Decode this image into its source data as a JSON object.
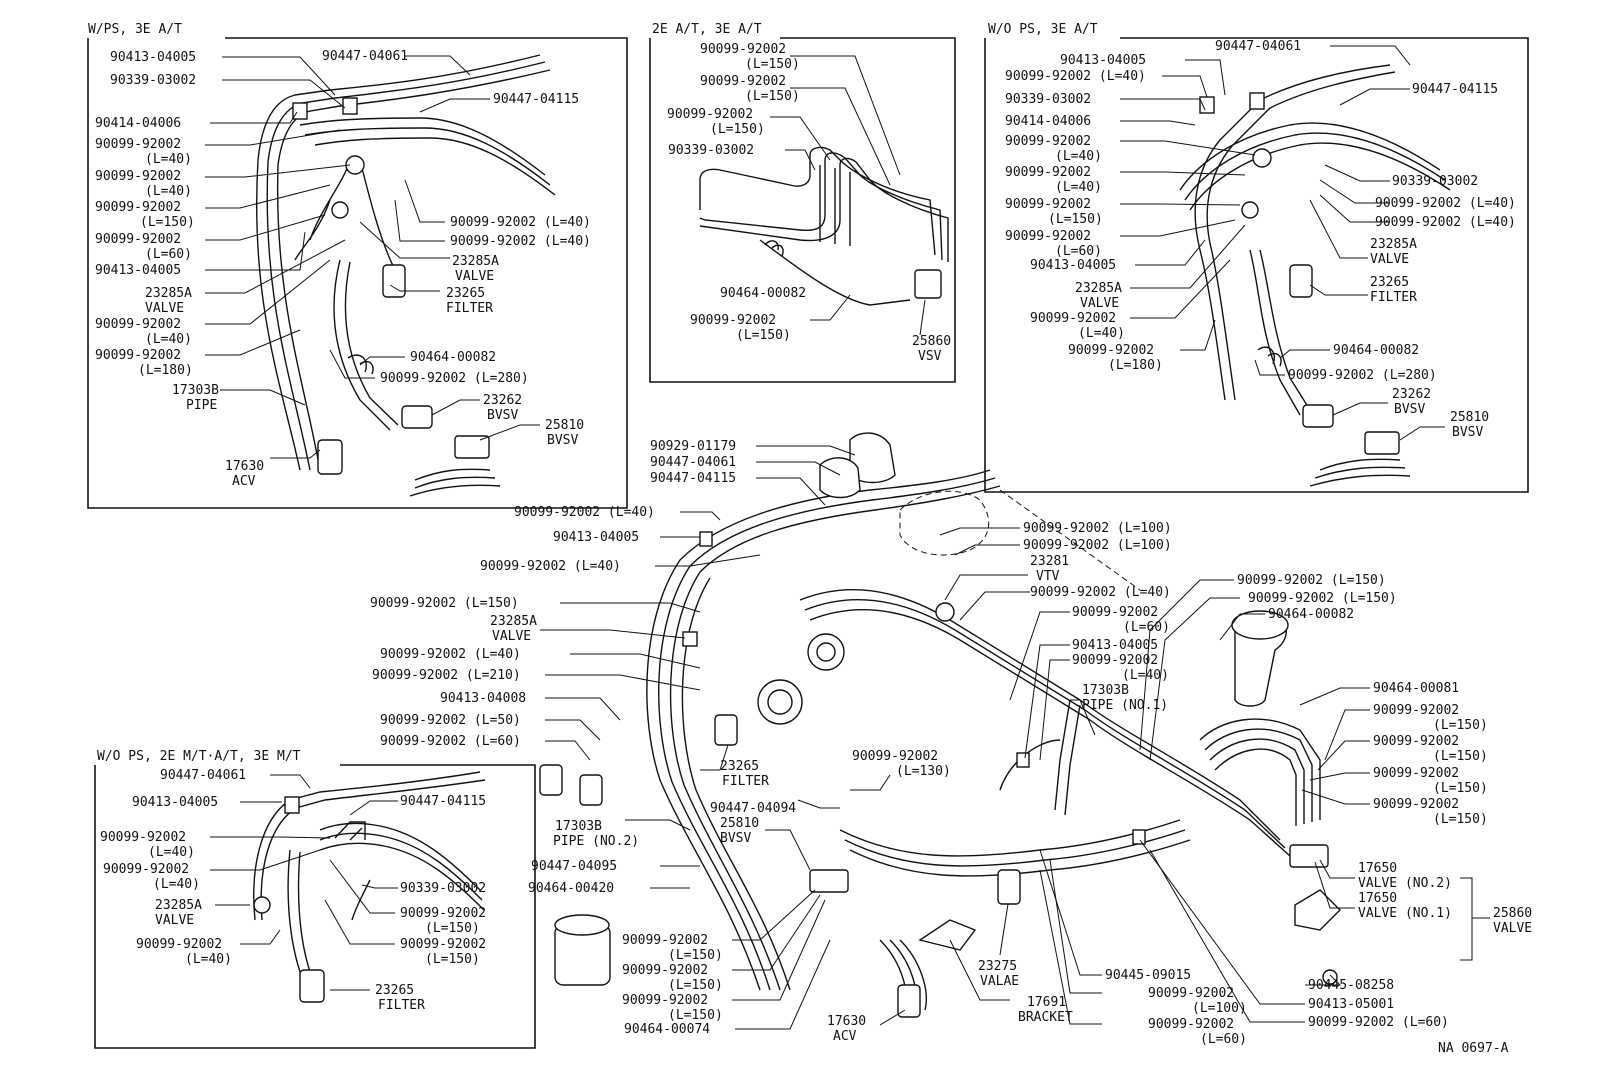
{
  "panels": {
    "top_left": {
      "title": "W/PS, 3E A/T",
      "labels": [
        "90413-04005",
        "90447-04061",
        "90339-03002",
        "90447-04115",
        "90414-04006",
        "90099-92002",
        "(L=40)",
        "90099-92002",
        "(L=40)",
        "90099-92002",
        "(L=150)",
        "90099-92002",
        "(L=60)",
        "90413-04005",
        "23285A",
        "VALVE",
        "90099-92002",
        "(L=40)",
        "90099-92002",
        "(L=180)",
        "17303B",
        "PIPE",
        "17630",
        "ACV",
        "90099-92002 (L=40)",
        "90099-92002 (L=40)",
        "23285A",
        "VALVE",
        "23265",
        "FILTER",
        "90464-00082",
        "90099-92002 (L=280)",
        "23262",
        "BVSV",
        "25810",
        "BVSV"
      ]
    },
    "top_middle": {
      "title": "2E A/T, 3E A/T",
      "labels": [
        "90099-92002",
        "(L=150)",
        "90099-92002",
        "(L=150)",
        "90099-92002",
        "(L=150)",
        "90339-03002",
        "90464-00082",
        "90099-92002",
        "(L=150)",
        "25860",
        "VSV"
      ]
    },
    "top_right": {
      "title": "W/O PS, 3E A/T",
      "labels": [
        "90413-04005",
        "90447-04061",
        "90099-92002 (L=40)",
        "90447-04115",
        "90339-03002",
        "90414-04006",
        "90099-92002",
        "(L=40)",
        "90099-92002",
        "(L=40)",
        "90099-92002",
        "(L=150)",
        "90099-92002",
        "(L=60)",
        "90413-04005",
        "23285A",
        "VALVE",
        "90099-92002",
        "(L=40)",
        "90099-92002",
        "(L=180)",
        "90339-03002",
        "90099-92002 (L=40)",
        "90099-92002 (L=40)",
        "23285A",
        "VALVE",
        "23265",
        "FILTER",
        "90464-00082",
        "90099-92002 (L=280)",
        "23262",
        "BVSV",
        "25810",
        "BVSV"
      ]
    },
    "bottom_left": {
      "title": "W/O PS, 2E M/T·A/T, 3E M/T",
      "labels": [
        "90447-04061",
        "90413-04005",
        "90447-04115",
        "90099-92002",
        "(L=40)",
        "90099-92002",
        "(L=40)",
        "90339-03002",
        "23285A",
        "VALVE",
        "90099-92002",
        "(L=150)",
        "90099-92002",
        "(L=40)",
        "90099-92002",
        "(L=150)",
        "23265",
        "FILTER"
      ]
    }
  },
  "main": {
    "labels_left": [
      "90929-01179",
      "90447-04061",
      "90447-04115",
      "90099-92002 (L=40)",
      "90413-04005",
      "90099-92002 (L=40)",
      "90099-92002 (L=150)",
      "23285A",
      "VALVE",
      "90099-92002 (L=40)",
      "90099-92002 (L=210)",
      "90413-04008",
      "90099-92002 (L=50)",
      "90099-92002 (L=60)",
      "23265",
      "FILTER",
      "90447-04094",
      "17303B",
      "PIPE (NO.2)",
      "25810",
      "BVSV",
      "90447-04095",
      "90464-00420",
      "90099-92002",
      "(L=150)",
      "90099-92002",
      "(L=150)",
      "90099-92002",
      "(L=150)",
      "90464-00074",
      "17630",
      "ACV"
    ],
    "labels_center": [
      "90099-92002 (L=100)",
      "90099-92002 (L=100)",
      "23281",
      "VTV",
      "90099-92002 (L=40)",
      "90099-92002",
      "(L=60)",
      "90413-04005",
      "90099-92002",
      "(L=40)",
      "17303B",
      "PIPE (NO.1)",
      "90099-92002",
      "(L=130)",
      "23275",
      "VALAE",
      "17691",
      "BRACKET"
    ],
    "labels_right": [
      "90099-92002 (L=150)",
      "90099-92002 (L=150)",
      "90464-00082",
      "90464-00081",
      "90099-92002",
      "(L=150)",
      "90099-92002",
      "(L=150)",
      "90099-92002",
      "(L=150)",
      "90099-92002",
      "(L=150)",
      "17650",
      "VALVE (NO.2)",
      "17650",
      "VALVE (NO.1)",
      "25860",
      "VALVE",
      "90445-09015",
      "90445-08258",
      "90099-92002",
      "(L=100)",
      "90413-05001",
      "90099-92002",
      "(L=60)",
      "90099-92002 (L=60)"
    ],
    "figure_code": "NA 0697-A"
  }
}
